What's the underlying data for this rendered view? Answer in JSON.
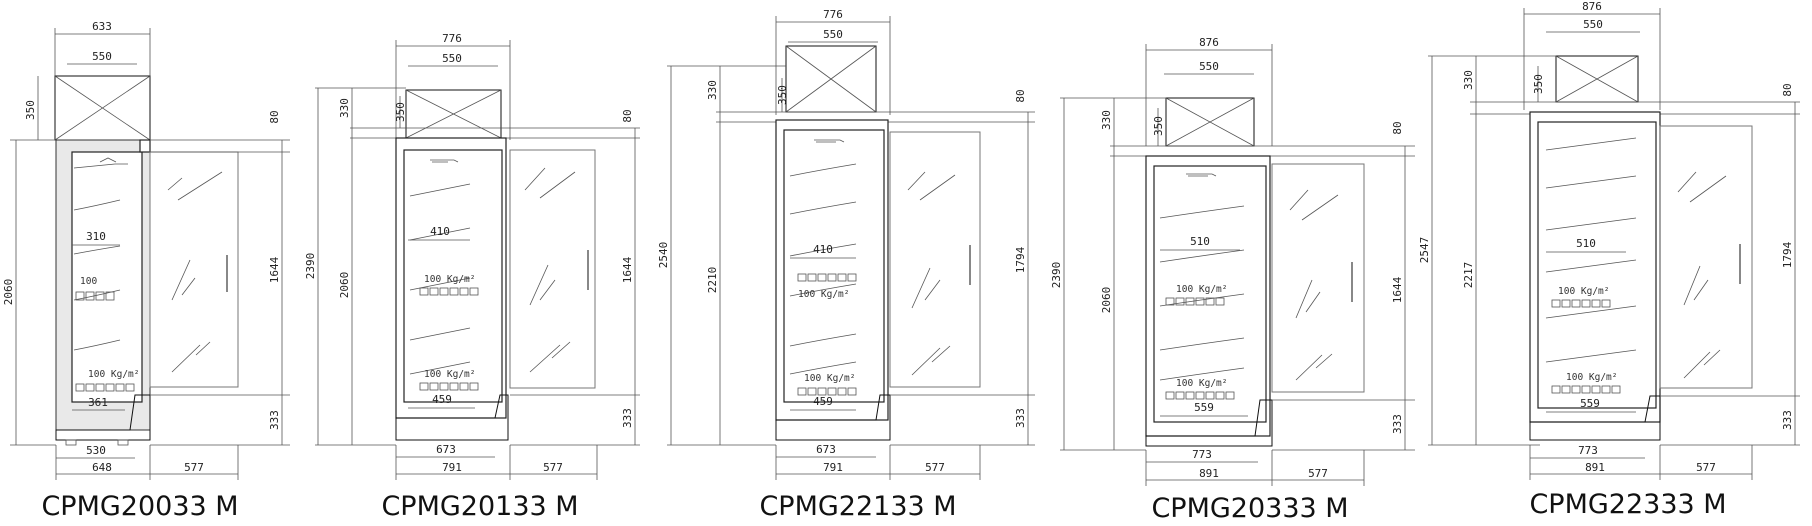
{
  "units": [
    {
      "model": "CPMG20033 M",
      "top_outer": "633",
      "top_inner": "550",
      "left_h1": "350",
      "left_h2": "2060",
      "right_h1": "80",
      "right_h2": "1644",
      "right_h3": "333",
      "shelf_depth": "310",
      "base_depth": "361",
      "base_inner": "530",
      "bottom_depth": "648",
      "door_width": "577",
      "load1": "100",
      "load2": "100 Kg/m²"
    },
    {
      "model": "CPMG20133 M",
      "top_outer": "776",
      "top_inner": "550",
      "left_h1": "330",
      "left_h2": "2390",
      "left_h3": "350",
      "left_h4": "2060",
      "right_h1": "80",
      "right_h2": "1644",
      "right_h3": "333",
      "shelf_depth": "410",
      "base_depth": "459",
      "base_inner": "673",
      "bottom_depth": "791",
      "door_width": "577",
      "load1": "100 Kg/m²",
      "load2": "100 Kg/m²"
    },
    {
      "model": "CPMG22133 M",
      "top_outer": "776",
      "top_inner": "550",
      "left_h1": "330",
      "left_h2": "2540",
      "left_h3": "350",
      "left_h4": "2210",
      "right_h1": "80",
      "right_h2": "1794",
      "right_h3": "333",
      "shelf_depth": "410",
      "base_depth": "459",
      "base_inner": "673",
      "bottom_depth": "791",
      "door_width": "577",
      "load1": "100 Kg/m²",
      "load2": "100 Kg/m²"
    },
    {
      "model": "CPMG20333 M",
      "top_outer": "876",
      "top_inner": "550",
      "left_h1": "330",
      "left_h2": "2390",
      "left_h3": "350",
      "left_h4": "2060",
      "right_h1": "80",
      "right_h2": "1644",
      "right_h3": "333",
      "shelf_depth": "510",
      "base_depth": "559",
      "base_inner": "773",
      "bottom_depth": "891",
      "door_width": "577",
      "load1": "100 Kg/m²",
      "load2": "100 Kg/m²"
    },
    {
      "model": "CPMG22333 M",
      "top_outer": "876",
      "top_inner": "550",
      "left_h1": "330",
      "left_h2": "2547",
      "left_h3": "350",
      "left_h4": "2217",
      "right_h1": "80",
      "right_h2": "1794",
      "right_h3": "333",
      "shelf_depth": "510",
      "base_depth": "559",
      "base_inner": "773",
      "bottom_depth": "891",
      "door_width": "577",
      "load1": "100 Kg/m²",
      "load2": "100 Kg/m²"
    }
  ]
}
